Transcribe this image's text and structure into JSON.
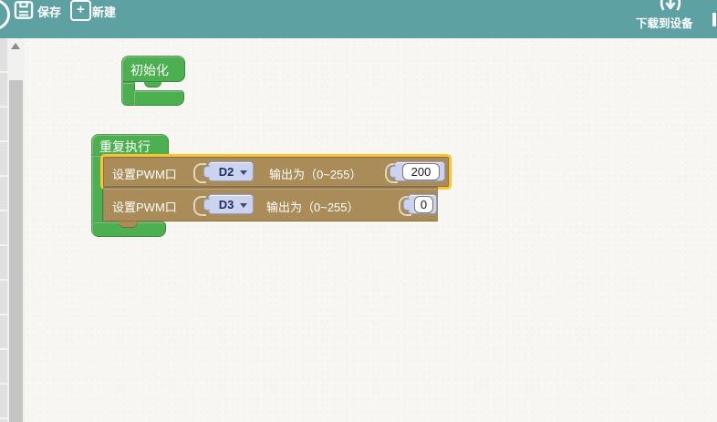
{
  "toolbar": {
    "save": "保存",
    "new": "新建",
    "download": "下载到设备",
    "plus_glyph": "+"
  },
  "blocks": {
    "init": {
      "label": "初始化"
    },
    "repeat": {
      "label": "重复执行"
    },
    "pwm_rows": [
      {
        "set_label": "设置PWM口",
        "pin": "D2",
        "out_label": "输出为（0~255）",
        "value": "200",
        "selected": true
      },
      {
        "set_label": "设置PWM口",
        "pin": "D3",
        "out_label": "输出为（0~255）",
        "value": "0",
        "selected": false
      }
    ]
  },
  "colors": {
    "toolbar_bg": "#5ea1a3",
    "block_green": "#4caf50",
    "block_brown": "#aa8c59",
    "selection_outline": "#fcc32d",
    "field_bg": "#ccd3ee",
    "workspace_bg": "#f7f6f3"
  }
}
